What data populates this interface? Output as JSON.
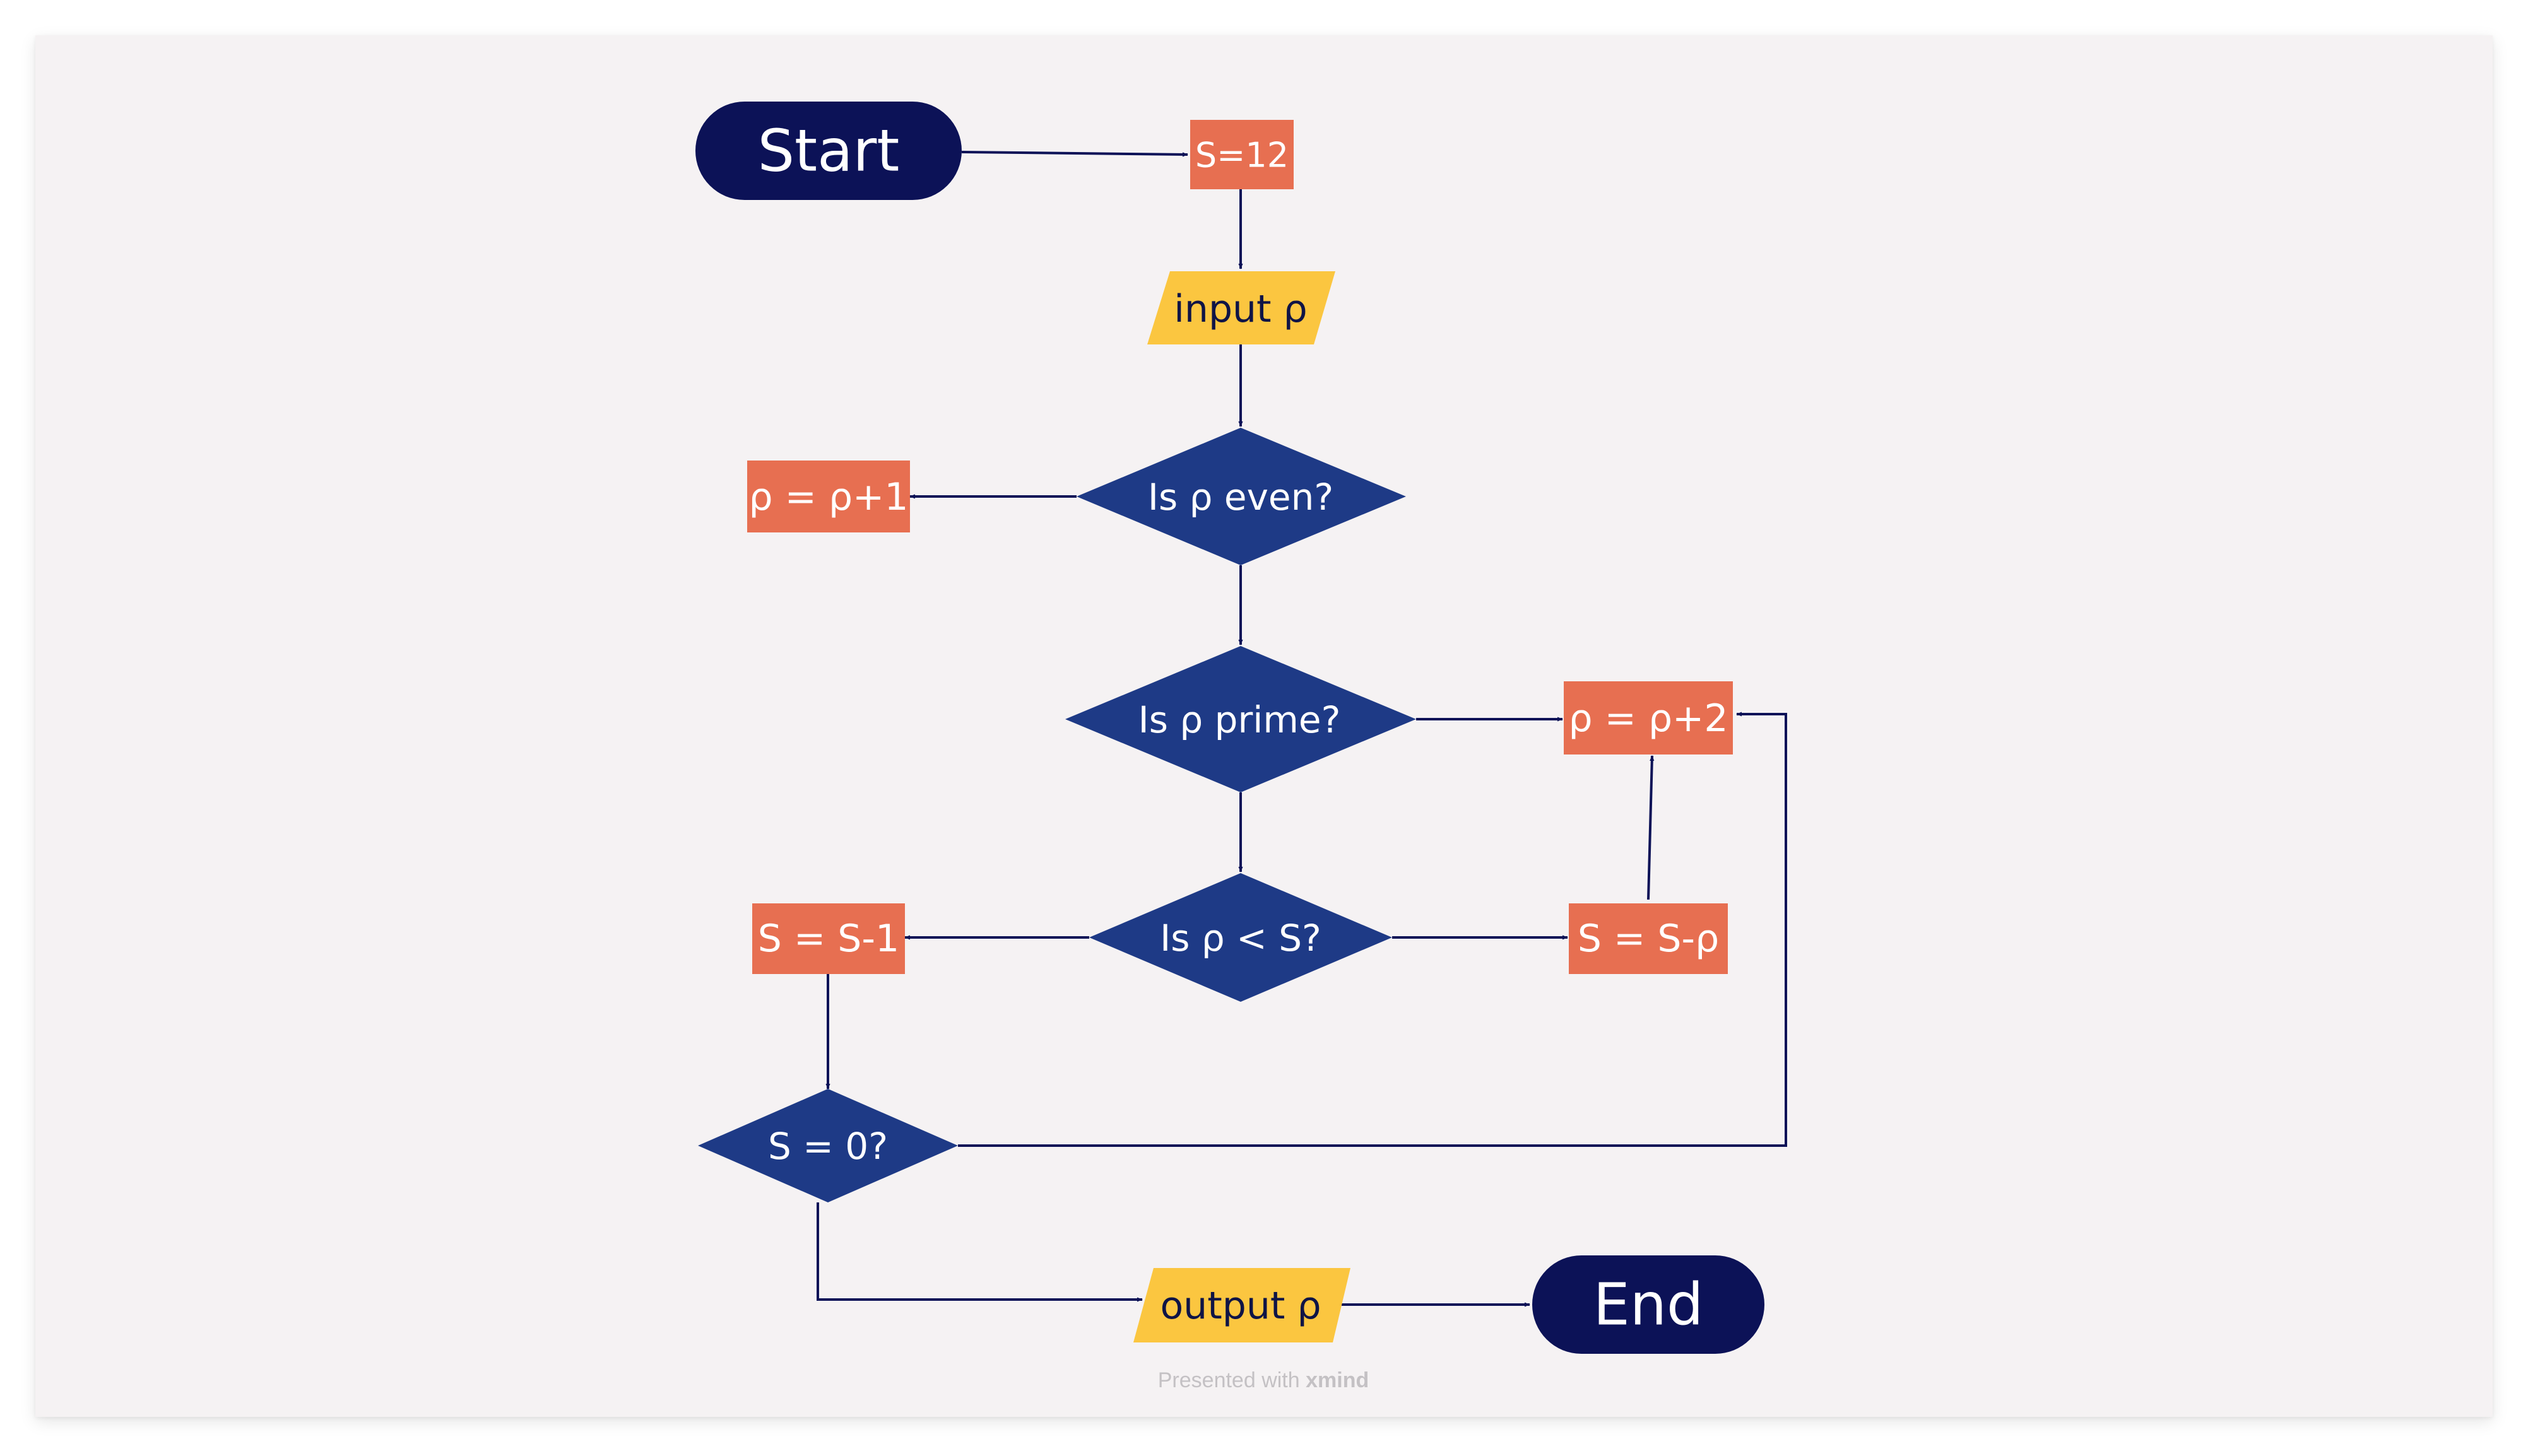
{
  "colors": {
    "background": "#f5f2f3",
    "terminal_fill": "#0c1257",
    "process_fill": "#e76f51",
    "io_fill": "#fbc640",
    "decision_fill": "#1e3a86",
    "edge": "#0c1257",
    "footer": "#c4c1c4"
  },
  "nodes": {
    "start": "Start",
    "init_s": "S=12",
    "input_p": "input ρ",
    "is_even": "Is ρ even?",
    "p_plus_1": "ρ = ρ+1",
    "is_prime": "Is ρ prime?",
    "p_plus_2": "ρ = ρ+2",
    "p_less_s": "Is ρ < S?",
    "s_minus_1": "S = S-1",
    "s_minus_p": "S = S-ρ",
    "s_zero": "S = 0?",
    "output_p": "output ρ",
    "end": "End"
  },
  "edges": [
    {
      "from": "start",
      "to": "init_s"
    },
    {
      "from": "init_s",
      "to": "input_p"
    },
    {
      "from": "input_p",
      "to": "is_even"
    },
    {
      "from": "is_even",
      "to": "p_plus_1"
    },
    {
      "from": "is_even",
      "to": "is_prime"
    },
    {
      "from": "is_prime",
      "to": "p_plus_2"
    },
    {
      "from": "is_prime",
      "to": "p_less_s"
    },
    {
      "from": "p_less_s",
      "to": "s_minus_1"
    },
    {
      "from": "p_less_s",
      "to": "s_minus_p"
    },
    {
      "from": "s_minus_p",
      "to": "p_plus_2"
    },
    {
      "from": "s_minus_1",
      "to": "s_zero"
    },
    {
      "from": "s_zero",
      "to": "p_plus_2"
    },
    {
      "from": "s_zero",
      "to": "output_p"
    },
    {
      "from": "output_p",
      "to": "end"
    }
  ],
  "footer": {
    "prefix": "Presented with",
    "brand": "xmind"
  }
}
